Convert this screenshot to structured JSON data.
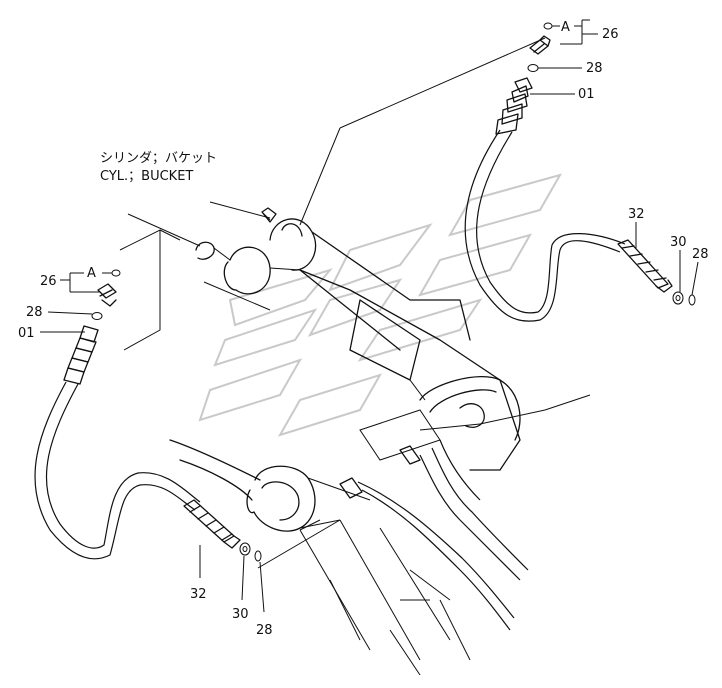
{
  "title_jp": "シリンダ；バケット",
  "title_en": "CYL.；BUCKET",
  "callouts": {
    "a_top": "A",
    "a_left": "A",
    "p26_top": "26",
    "p28_top": "28",
    "p01_top": "01",
    "p32_right": "32",
    "p30_right": "30",
    "p28_right": "28",
    "p26_left": "26",
    "p28_left": "28",
    "p01_left": "01",
    "p32_bottom": "32",
    "p30_bottom": "30",
    "p28_bottom": "28"
  }
}
